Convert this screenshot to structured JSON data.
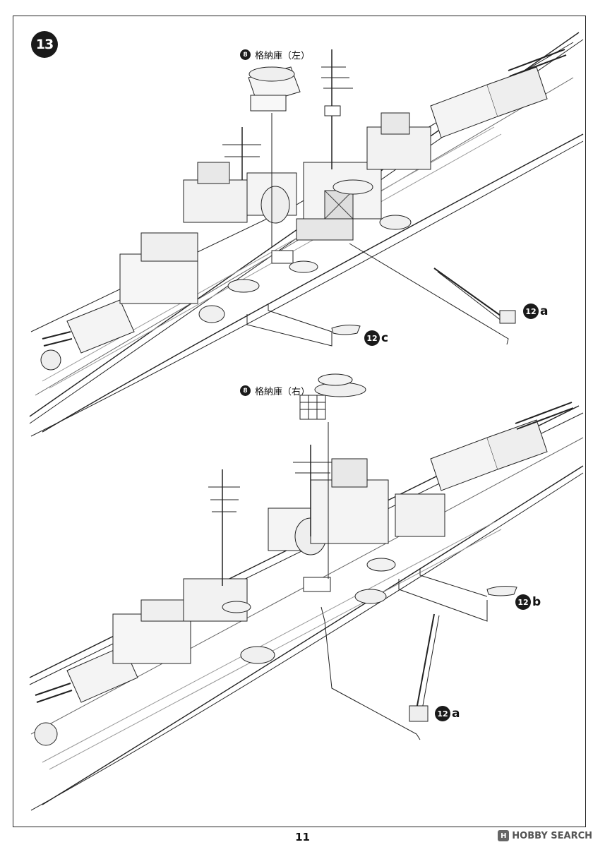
{
  "step": {
    "number": "13"
  },
  "callouts": {
    "top_sub": {
      "ref": "8",
      "text": "格納庫（左）"
    },
    "bottom_sub": {
      "ref": "8",
      "text": "格納庫（右）"
    }
  },
  "parts": {
    "top_a": {
      "ref": "12",
      "letter": "a"
    },
    "top_c": {
      "ref": "12",
      "letter": "c"
    },
    "bottom_b": {
      "ref": "12",
      "letter": "b"
    },
    "bottom_a": {
      "ref": "12",
      "letter": "a"
    }
  },
  "footer": {
    "page_number": "11"
  },
  "watermark": {
    "logo_letter": "H",
    "text": "HOBBY SEARCH"
  }
}
